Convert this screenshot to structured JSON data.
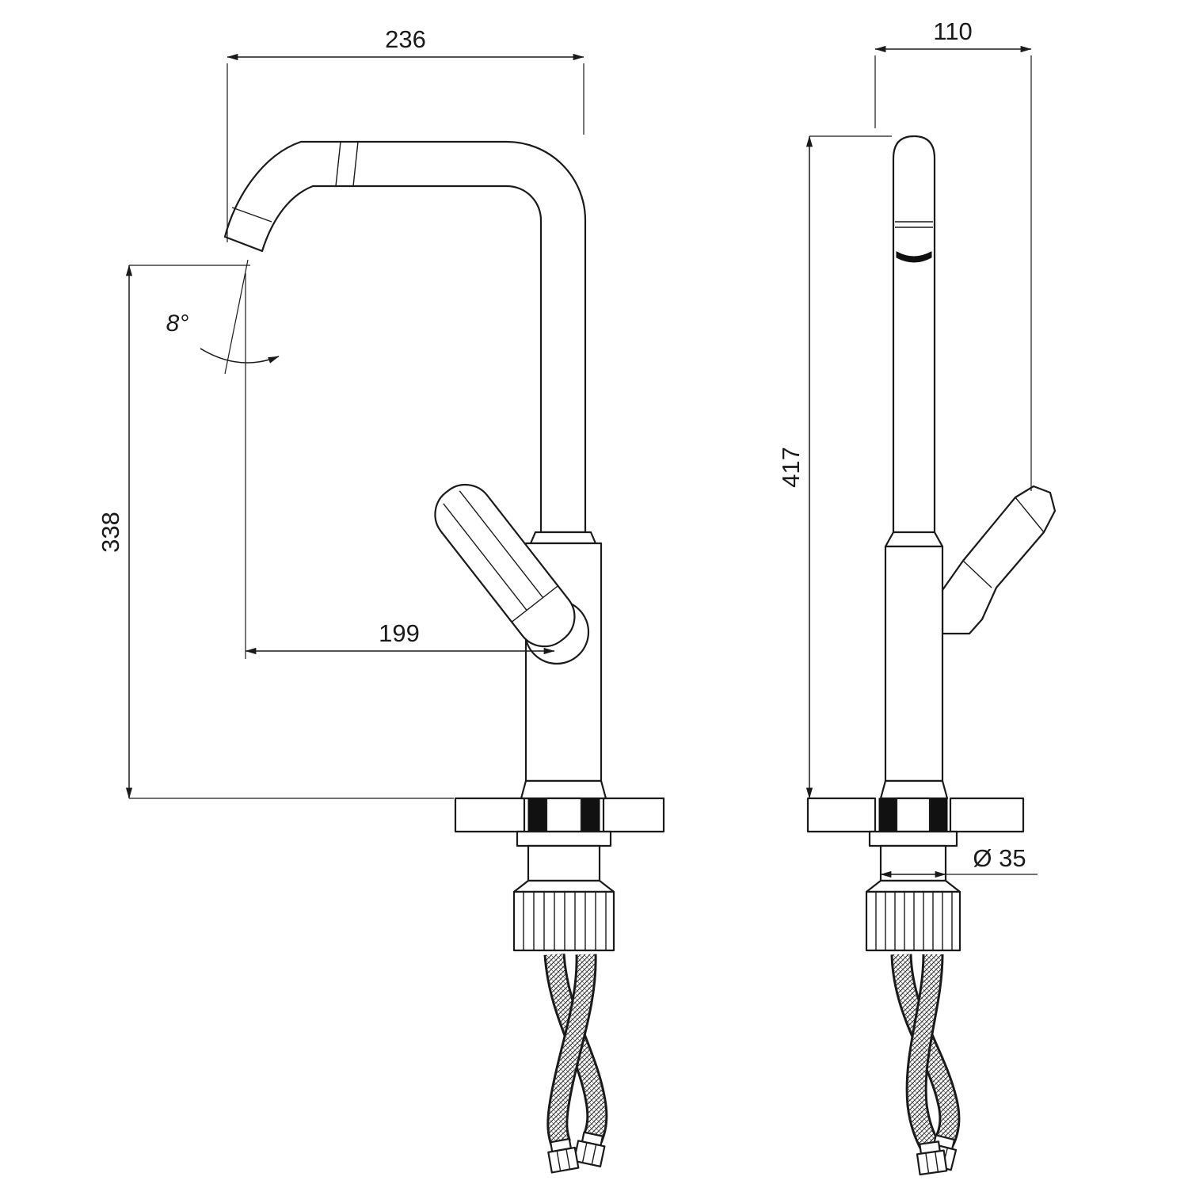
{
  "drawing": {
    "type": "technical-dimension-drawing",
    "subject": "kitchen faucet, front and side orthographic views",
    "colors": {
      "line": "#1a1a1a",
      "background": "#ffffff"
    },
    "front_view": {
      "dim_spout_width": "236",
      "dim_angle": "8°",
      "dim_outlet_height": "338",
      "dim_spout_reach": "199"
    },
    "side_view": {
      "dim_depth": "110",
      "dim_total_height": "417",
      "dim_hole_diameter": "Ø 35"
    }
  }
}
